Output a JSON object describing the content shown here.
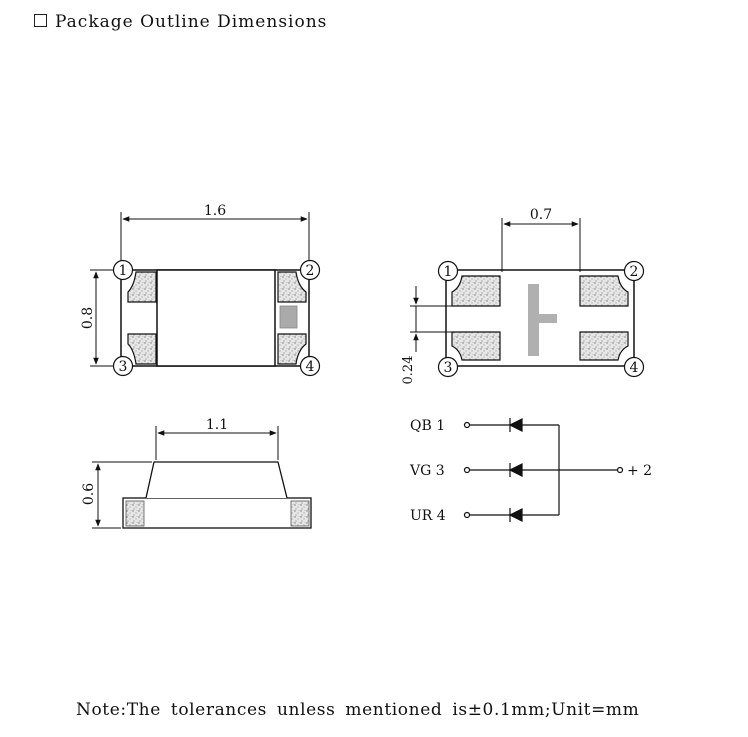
{
  "title": "Package Outline Dimensions",
  "note": "Note:The tolerances unless mentioned   is±0.1mm;Unit=mm",
  "top_view": {
    "width_label": "1.6",
    "height_label": "0.8",
    "pins": [
      "1",
      "2",
      "3",
      "4"
    ]
  },
  "bottom_view": {
    "spacing_label": "0.7",
    "pad_label": "0.24",
    "pins": [
      "1",
      "2",
      "3",
      "4"
    ]
  },
  "side_view": {
    "top_width_label": "1.1",
    "height_label": "0.6"
  },
  "circuit": {
    "left_labels": [
      "QB 1",
      "VG 3",
      "UR 4"
    ],
    "right_label": "+ 2"
  }
}
